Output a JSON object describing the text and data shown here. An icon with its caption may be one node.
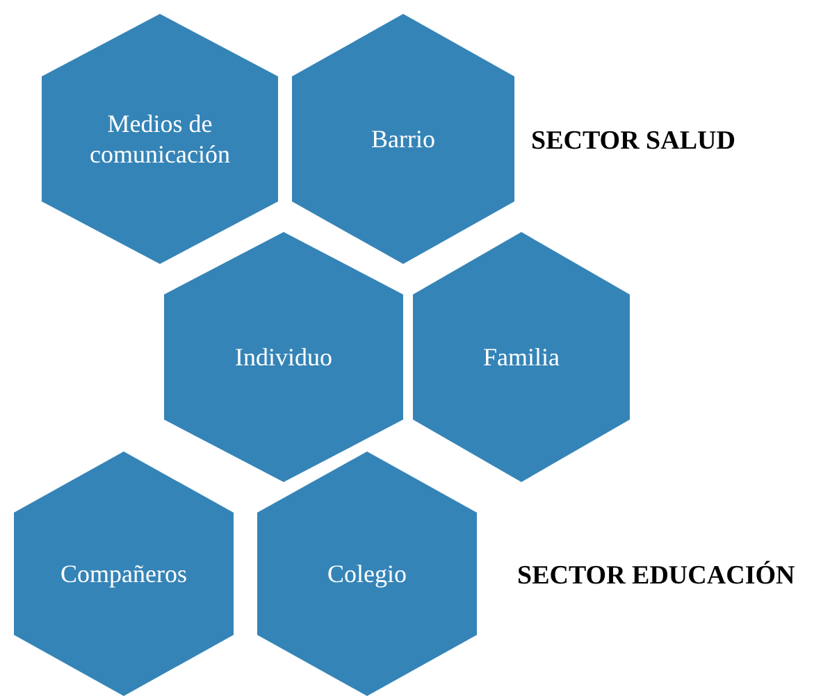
{
  "diagram": {
    "nodes": [
      {
        "text": [
          "Medios de comunicación"
        ]
      },
      {
        "text": [
          "Barrio"
        ]
      },
      {
        "text": [
          "Individuo"
        ]
      },
      {
        "text": [
          "Familia"
        ]
      },
      {
        "text": [
          "Compañeros"
        ]
      },
      {
        "text": [
          "Colegio"
        ]
      }
    ],
    "labels": [
      "SECTOR SALUD",
      "SECTOR EDUCACIÓN"
    ]
  }
}
